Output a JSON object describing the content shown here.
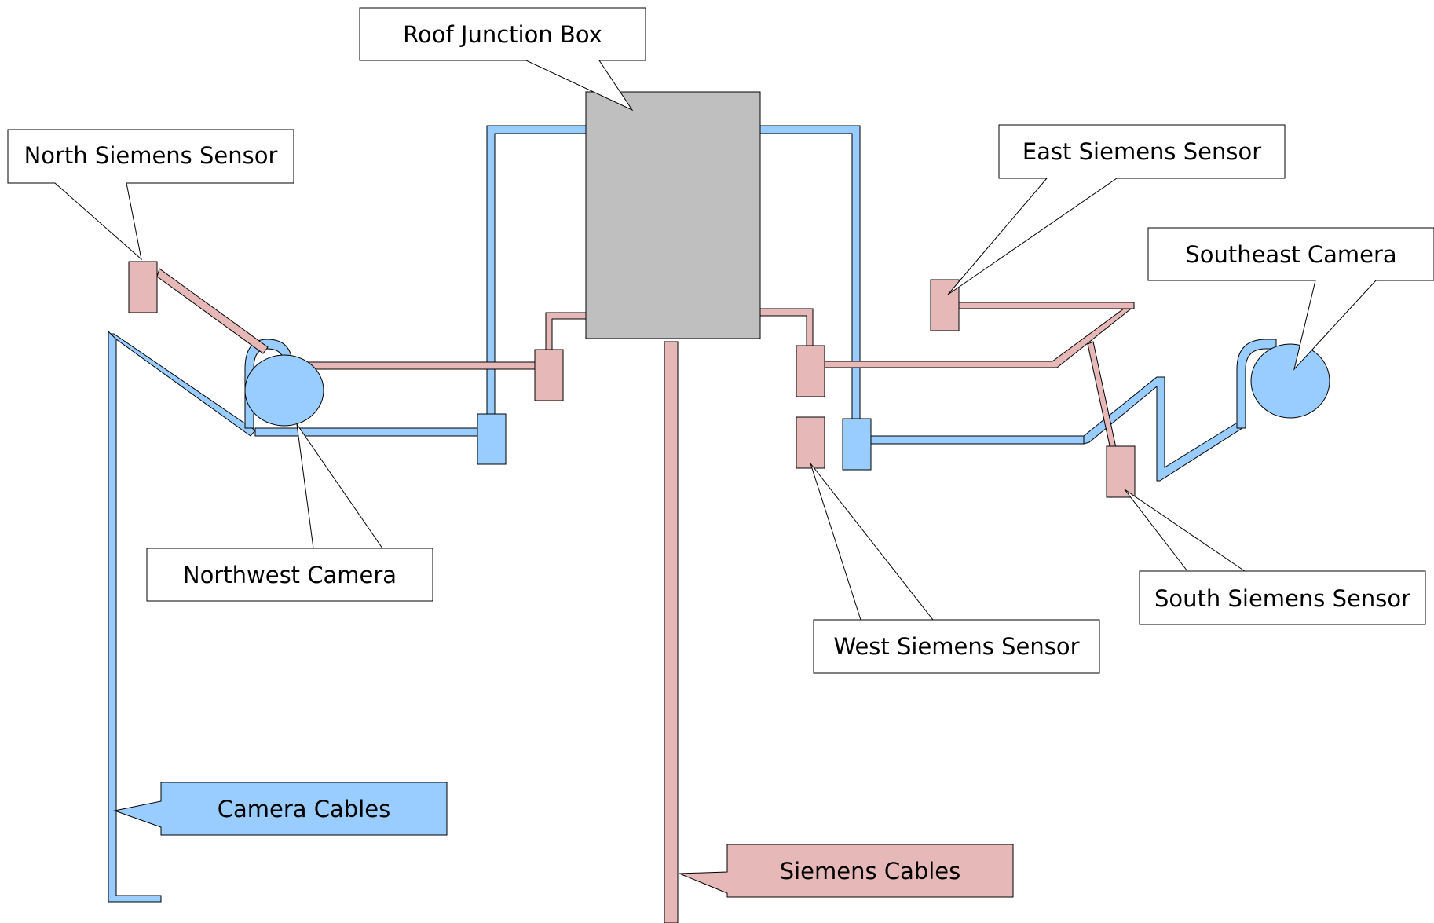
{
  "labels": {
    "junction_box": "Roof Junction Box",
    "north_sensor": "North Siemens Sensor",
    "east_sensor": "East Siemens Sensor",
    "southeast_camera": "Southeast Camera",
    "northwest_camera": "Northwest Camera",
    "west_sensor": "West Siemens Sensor",
    "south_sensor": "South Siemens Sensor",
    "camera_cables": "Camera Cables",
    "siemens_cables": "Siemens Cables"
  },
  "colors": {
    "camera_cable": "#99ccff",
    "siemens_cable": "#e6b9b8",
    "junction_box": "#bfbfbf",
    "outline": "#000000",
    "callout_fill": "#ffffff"
  }
}
